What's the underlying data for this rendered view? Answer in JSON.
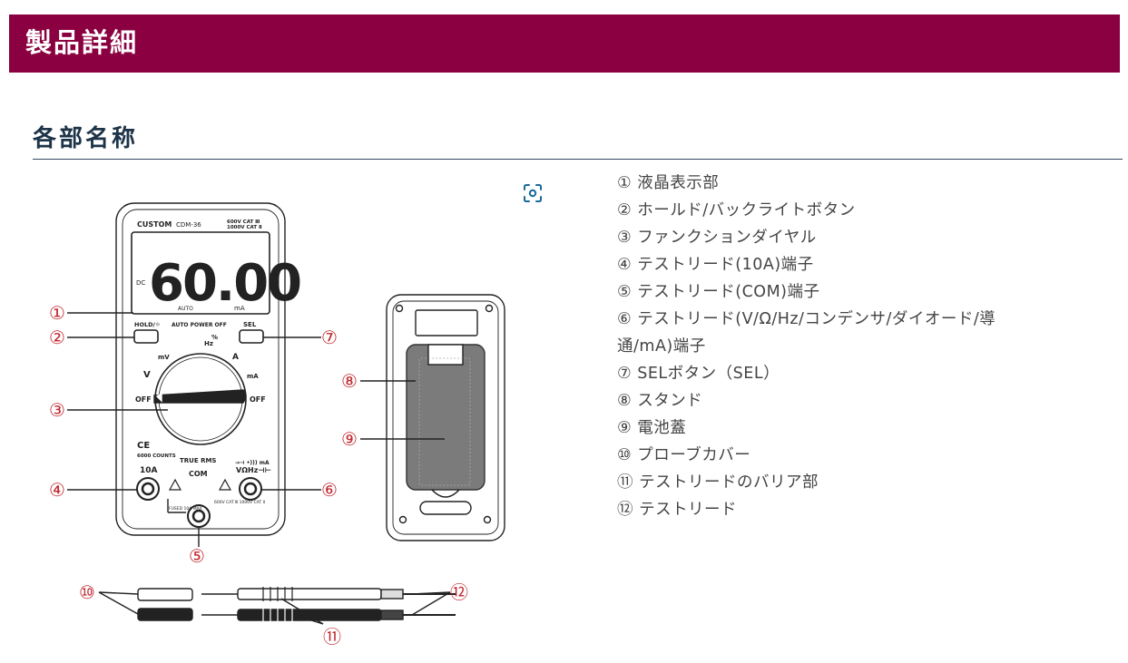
{
  "header": {
    "title": "製品詳細"
  },
  "section": {
    "title": "各部名称"
  },
  "zoom": {
    "icon": "zoom-icon"
  },
  "figure": {
    "brand": "CUSTOM",
    "model": "CDM-36",
    "cat_top": "600V CAT Ⅲ",
    "cat_bottom": "1000V CAT Ⅱ",
    "display_value": "60.00",
    "display_mode": "DC",
    "display_auto": "AUTO",
    "display_unit": "mA",
    "hold_label": "HOLD/☼",
    "auto_power_off": "AUTO POWER OFF",
    "sel_label": "SEL",
    "dial_mv": "mV",
    "dial_hz": "Hz",
    "dial_percent": "%",
    "dial_a": "A",
    "dial_ma": "mA",
    "dial_v": "V",
    "off_left": "OFF",
    "off_right": "OFF",
    "ce_mark": "CE",
    "counts": "6000 COUNTS",
    "true_rms": "TRUE RMS",
    "jack_10a": "10A",
    "jack_com": "COM",
    "jack_right_top": "→⊣ •))) mA",
    "jack_right": "VΩHz⊣⊢",
    "fused_left": "FUSED 10A MAX",
    "fused_right": "600V CAT Ⅲ 1000V CAT Ⅱ",
    "callouts": [
      "①",
      "②",
      "③",
      "④",
      "⑤",
      "⑥",
      "⑦",
      "⑧",
      "⑨",
      "⑩",
      "⑪",
      "⑫"
    ]
  },
  "parts": [
    "① 液晶表示部",
    "② ホールド/バックライトボタン",
    "③ ファンクションダイヤル",
    "④ テストリード(10A)端子",
    "⑤ テストリード(COM)端子",
    "⑥ テストリード(V/Ω/Hz/コンデンサ/ダイオード/導",
    "通/mA)端子",
    "⑦ SELボタン（SEL）",
    "⑧ スタンド",
    "⑨ 電池蓋",
    "⑩ プローブカバー",
    "⑪ テストリードのバリア部",
    "⑫ テストリード"
  ]
}
